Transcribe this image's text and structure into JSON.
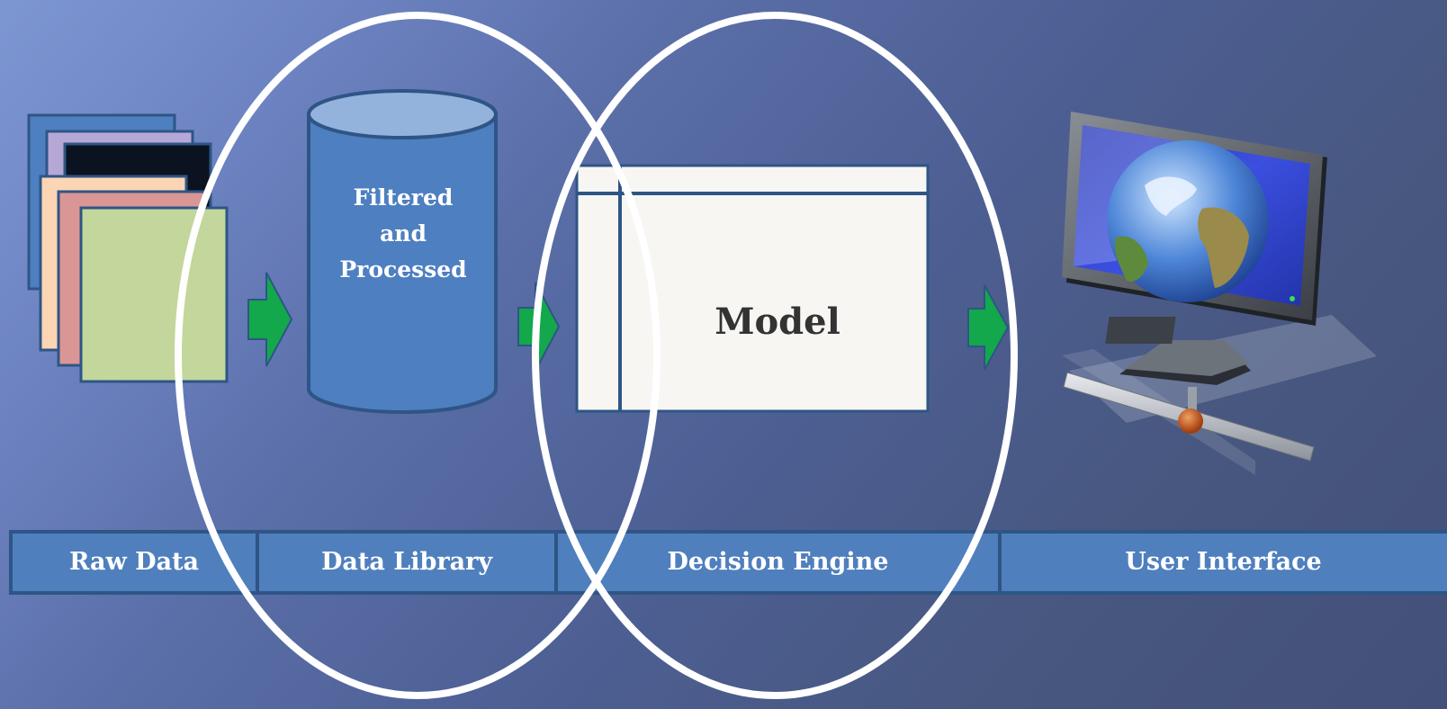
{
  "stages": [
    {
      "id": "raw-data",
      "label": "Raw Data"
    },
    {
      "id": "data-library",
      "label": "Data Library"
    },
    {
      "id": "decision-engine",
      "label": "Decision Engine"
    },
    {
      "id": "user-interface",
      "label": "User Interface"
    }
  ],
  "database": {
    "line1": "Filtered",
    "line2": "and",
    "line3": "Processed"
  },
  "model": {
    "label": "Model"
  },
  "icons": {
    "documents": "document-stack-icon",
    "database": "database-cylinder-icon",
    "window": "model-window-icon",
    "monitor": "computer-monitor-icon",
    "arrow": "right-arrow-icon"
  },
  "colors": {
    "band": "#4f7fbd",
    "band_border": "#2e5585",
    "arrow": "#12a84b",
    "ellipse": "#ffffff",
    "model_bg": "#f7f6f2"
  }
}
